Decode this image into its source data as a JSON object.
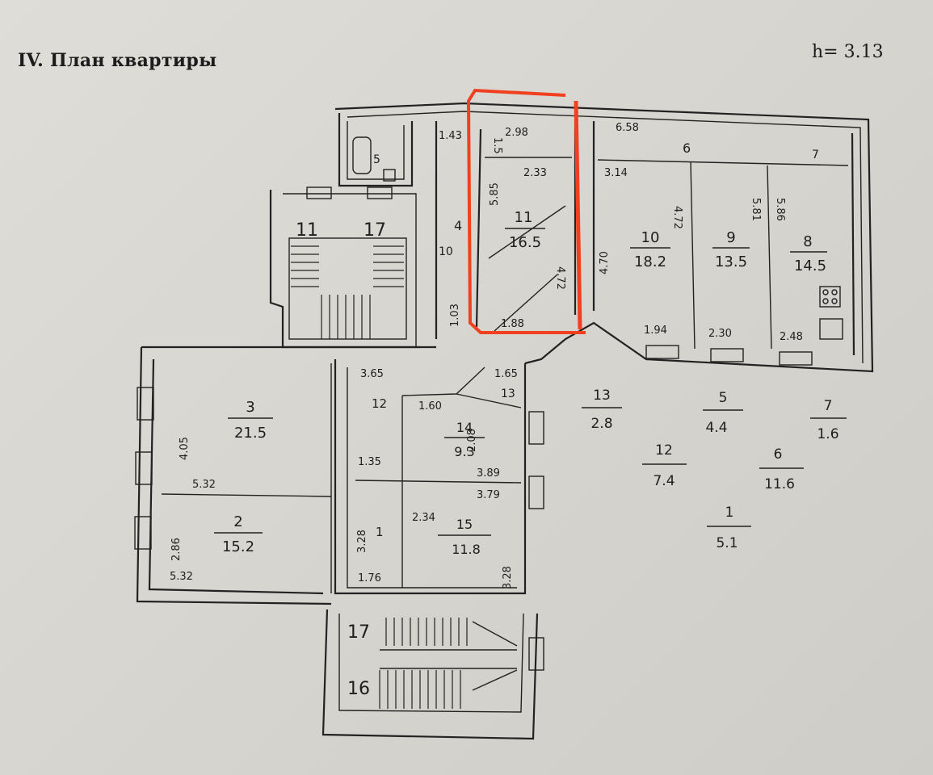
{
  "header": {
    "title": "IV. План квартиры",
    "ceiling_height": "h= 3.13"
  },
  "rooms": [
    {
      "id": "r11",
      "number": "11",
      "area": "16.5"
    },
    {
      "id": "r10",
      "number": "10",
      "area": "18.2"
    },
    {
      "id": "r9",
      "number": "9",
      "area": "13.5"
    },
    {
      "id": "r8",
      "number": "8",
      "area": "14.5"
    },
    {
      "id": "r3",
      "number": "3",
      "area": "21.5"
    },
    {
      "id": "r2",
      "number": "2",
      "area": "15.2"
    },
    {
      "id": "r14",
      "number": "14",
      "area": "9.3"
    },
    {
      "id": "r15",
      "number": "15",
      "area": "11.8"
    }
  ],
  "labels": {
    "room4": "4",
    "room4_area": "10",
    "room5": "5",
    "room6": "6",
    "room7": "7",
    "room12": "12",
    "room13": "13",
    "room1": "1",
    "stair_top_11": "11",
    "stair_top_17": "17",
    "stair_bottom_17": "17",
    "stair_bottom_16": "16"
  },
  "legend": [
    {
      "number": "13",
      "area": "2.8"
    },
    {
      "number": "5",
      "area": "4.4"
    },
    {
      "number": "7",
      "area": "1.6"
    },
    {
      "number": "12",
      "area": "7.4"
    },
    {
      "number": "6",
      "area": "11.6"
    },
    {
      "number": "1",
      "area": "5.1"
    }
  ],
  "dimensions": {
    "d143": "1.43",
    "d298": "2.98",
    "d15": "1.5",
    "d233": "2.33",
    "d585": "5.85",
    "d472a": "4.72",
    "d188": "1.88",
    "d658": "6.58",
    "d314": "3.14",
    "d472b": "4.72",
    "d581": "5.81",
    "d586": "5.86",
    "d470": "4.70",
    "d194": "1.94",
    "d230": "2.30",
    "d248": "2.48",
    "d365": "3.65",
    "d165": "1.65",
    "d160": "1.60",
    "d208": "2.08",
    "d135": "1.35",
    "d389": "3.89",
    "d379": "3.79",
    "d234": "2.34",
    "d328a": "3.28",
    "d328b": "3.28",
    "d176": "1.76",
    "d405": "4.05",
    "d532a": "5.32",
    "d286": "2.86",
    "d532b": "5.32",
    "d103": "1.03"
  },
  "colors": {
    "highlight": "#f0401f",
    "ink": "#222222",
    "paper": "#dddbd5"
  }
}
